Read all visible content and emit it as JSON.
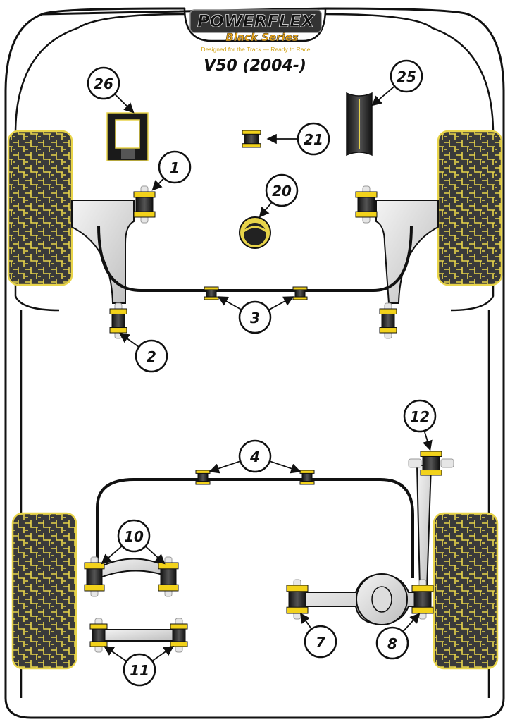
{
  "logo": {
    "brand": "POWERFLEX",
    "series": "Black Series",
    "tagline": "Designed for the Track — Ready to Race"
  },
  "title": "V50 (2004-)",
  "colors": {
    "tyre_fill": "#3a3a3a",
    "tyre_tread": "#e8d44a",
    "bush_band": "#f2d21b",
    "bush_body": "#222222"
  },
  "callouts": [
    {
      "id": "26",
      "label": "26"
    },
    {
      "id": "25",
      "label": "25"
    },
    {
      "id": "21",
      "label": "21"
    },
    {
      "id": "1",
      "label": "1"
    },
    {
      "id": "20",
      "label": "20"
    },
    {
      "id": "3",
      "label": "3"
    },
    {
      "id": "2",
      "label": "2"
    },
    {
      "id": "12",
      "label": "12"
    },
    {
      "id": "4",
      "label": "4"
    },
    {
      "id": "10",
      "label": "10"
    },
    {
      "id": "7",
      "label": "7"
    },
    {
      "id": "8",
      "label": "8"
    },
    {
      "id": "11",
      "label": "11"
    }
  ]
}
